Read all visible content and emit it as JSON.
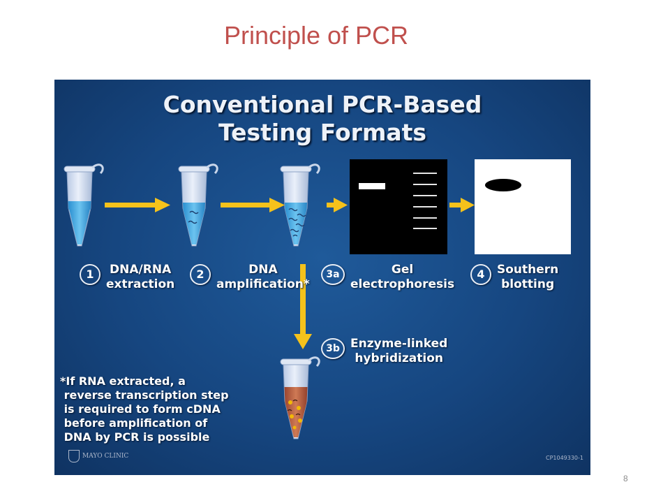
{
  "slide_title": "Principle of PCR",
  "panel": {
    "title_line1": "Conventional PCR-Based",
    "title_line2": "Testing Formats",
    "steps": [
      {
        "number": "1",
        "line1": "DNA/RNA",
        "line2": "extraction"
      },
      {
        "number": "2",
        "line1": "DNA",
        "line2": "amplification*"
      },
      {
        "number": "3a",
        "line1": "Gel",
        "line2": "electrophoresis"
      },
      {
        "number": "4",
        "line1": "Southern",
        "line2": "blotting"
      },
      {
        "number": "3b",
        "line1": "Enzyme-linked",
        "line2": "hybridization"
      }
    ],
    "footnote": [
      "*If RNA extracted, a",
      " reverse transcription step",
      " is required to form cDNA",
      " before amplification of",
      " DNA by PCR is possible"
    ],
    "logo_text": "MAYO CLINIC",
    "code": "CP1049330-1"
  },
  "page_number": "8",
  "colors": {
    "title": "#c0504d",
    "panel_blue": "#164680",
    "arrow": "#f5c21b",
    "tube_liquid": "#3fa9e0",
    "enzyme_liquid": "#b5573a"
  }
}
